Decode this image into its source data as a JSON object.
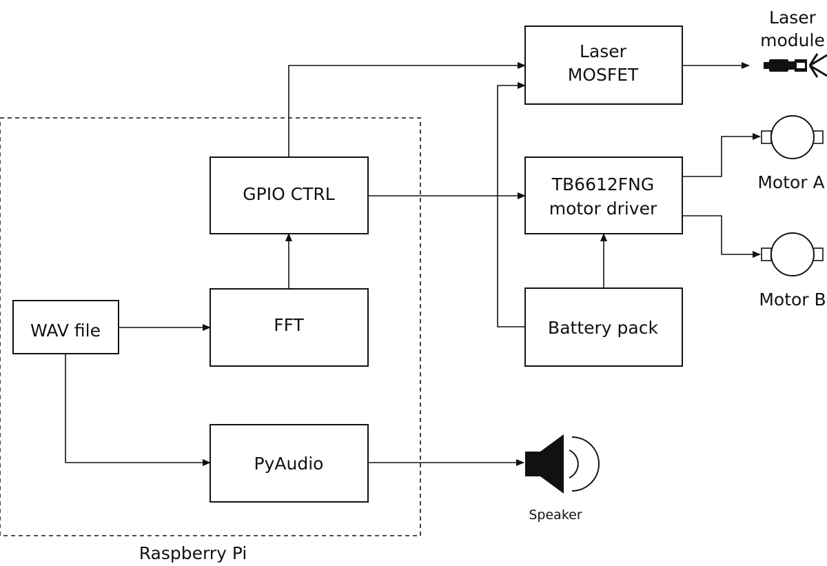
{
  "blocks": {
    "wav_file": "WAV file",
    "fft": "FFT",
    "gpio_ctrl": "GPIO CTRL",
    "pyaudio": "PyAudio",
    "laser_mosfet_line1": "Laser",
    "laser_mosfet_line2": "MOSFET",
    "motor_driver_line1": "TB6612FNG",
    "motor_driver_line2": "motor driver",
    "battery_pack": "Battery pack"
  },
  "group": {
    "label": "Raspberry Pi"
  },
  "devices": {
    "laser_module_line1": "Laser",
    "laser_module_line2": "module",
    "motor_a": "Motor A",
    "motor_b": "Motor B",
    "speaker": "Speaker"
  },
  "icons": [
    "laser-icon",
    "motor-a-icon",
    "motor-b-icon",
    "speaker-icon"
  ]
}
